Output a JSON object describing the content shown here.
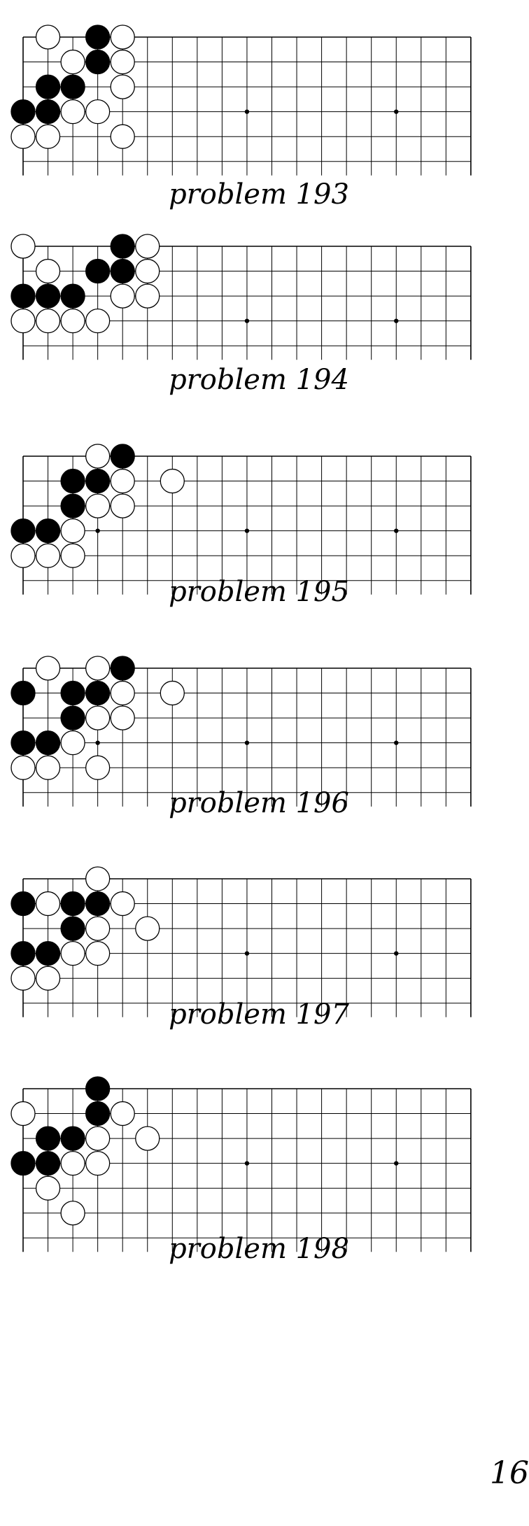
{
  "page_number": "16",
  "colors": {
    "black_stone": "#000000",
    "white_stone": "#ffffff",
    "grid_line": "#000000"
  },
  "problems": [
    {
      "caption": "problem 193",
      "board_cols": 19,
      "black": [
        [
          3,
          0
        ],
        [
          3,
          1
        ],
        [
          1,
          2
        ],
        [
          2,
          2
        ],
        [
          0,
          3
        ],
        [
          1,
          3
        ]
      ],
      "white": [
        [
          1,
          0
        ],
        [
          4,
          0
        ],
        [
          2,
          1
        ],
        [
          4,
          1
        ],
        [
          4,
          2
        ],
        [
          2,
          3
        ],
        [
          3,
          3
        ],
        [
          0,
          4
        ],
        [
          1,
          4
        ],
        [
          4,
          4
        ]
      ]
    },
    {
      "caption": "problem 194",
      "board_cols": 19,
      "black": [
        [
          4,
          0
        ],
        [
          3,
          1
        ],
        [
          4,
          1
        ],
        [
          0,
          2
        ],
        [
          1,
          2
        ],
        [
          2,
          2
        ]
      ],
      "white": [
        [
          0,
          0
        ],
        [
          5,
          0
        ],
        [
          1,
          1
        ],
        [
          5,
          1
        ],
        [
          4,
          2
        ],
        [
          5,
          2
        ],
        [
          0,
          3
        ],
        [
          1,
          3
        ],
        [
          2,
          3
        ],
        [
          3,
          3
        ]
      ]
    },
    {
      "caption": "problem 195",
      "board_cols": 19,
      "black": [
        [
          4,
          0
        ],
        [
          2,
          1
        ],
        [
          3,
          1
        ],
        [
          2,
          2
        ],
        [
          0,
          3
        ],
        [
          1,
          3
        ]
      ],
      "white": [
        [
          3,
          0
        ],
        [
          4,
          1
        ],
        [
          6,
          1
        ],
        [
          3,
          2
        ],
        [
          4,
          2
        ],
        [
          2,
          3
        ],
        [
          0,
          4
        ],
        [
          1,
          4
        ],
        [
          2,
          4
        ]
      ]
    },
    {
      "caption": "problem 196",
      "board_cols": 19,
      "black": [
        [
          4,
          0
        ],
        [
          0,
          1
        ],
        [
          2,
          1
        ],
        [
          3,
          1
        ],
        [
          2,
          2
        ],
        [
          0,
          3
        ],
        [
          1,
          3
        ]
      ],
      "white": [
        [
          1,
          0
        ],
        [
          3,
          0
        ],
        [
          4,
          1
        ],
        [
          6,
          1
        ],
        [
          3,
          2
        ],
        [
          4,
          2
        ],
        [
          2,
          3
        ],
        [
          0,
          4
        ],
        [
          1,
          4
        ],
        [
          3,
          4
        ]
      ]
    },
    {
      "caption": "problem 197",
      "board_cols": 19,
      "black": [
        [
          0,
          1
        ],
        [
          2,
          1
        ],
        [
          3,
          1
        ],
        [
          2,
          2
        ],
        [
          0,
          3
        ],
        [
          1,
          3
        ]
      ],
      "white": [
        [
          3,
          0
        ],
        [
          1,
          1
        ],
        [
          4,
          1
        ],
        [
          3,
          2
        ],
        [
          5,
          2
        ],
        [
          2,
          3
        ],
        [
          3,
          3
        ],
        [
          0,
          4
        ],
        [
          1,
          4
        ]
      ]
    },
    {
      "caption": "problem 198",
      "board_cols": 19,
      "black": [
        [
          3,
          0
        ],
        [
          3,
          1
        ],
        [
          1,
          2
        ],
        [
          2,
          2
        ],
        [
          0,
          3
        ],
        [
          1,
          3
        ]
      ],
      "white": [
        [
          0,
          1
        ],
        [
          4,
          1
        ],
        [
          3,
          2
        ],
        [
          5,
          2
        ],
        [
          2,
          3
        ],
        [
          3,
          3
        ],
        [
          1,
          4
        ],
        [
          2,
          5
        ]
      ]
    }
  ]
}
